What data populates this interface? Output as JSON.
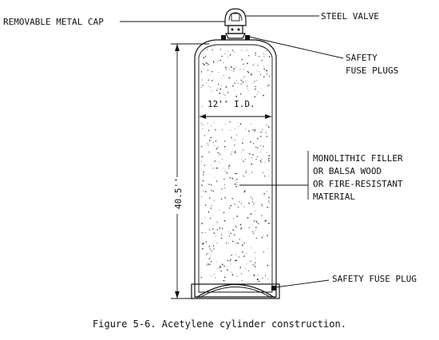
{
  "labels": {
    "removable_metal_cap": "REMOVABLE METAL CAP",
    "steel_valve": "STEEL VALVE",
    "safety_fuse_plugs_line1": "SAFETY",
    "safety_fuse_plugs_line2": "FUSE PLUGS",
    "diameter": "12'' I.D.",
    "height": "40.5''",
    "filler_line1": "MONOLITHIC FILLER",
    "filler_line2": "OR BALSA WOOD",
    "filler_line3": "OR FIRE-RESISTANT",
    "filler_line4": "MATERIAL",
    "safety_fuse_plug": "SAFETY FUSE PLUG"
  },
  "caption": "Figure 5-6.  Acetylene cylinder construction.",
  "colors": {
    "ink": "#111111",
    "paper": "#ffffff"
  }
}
